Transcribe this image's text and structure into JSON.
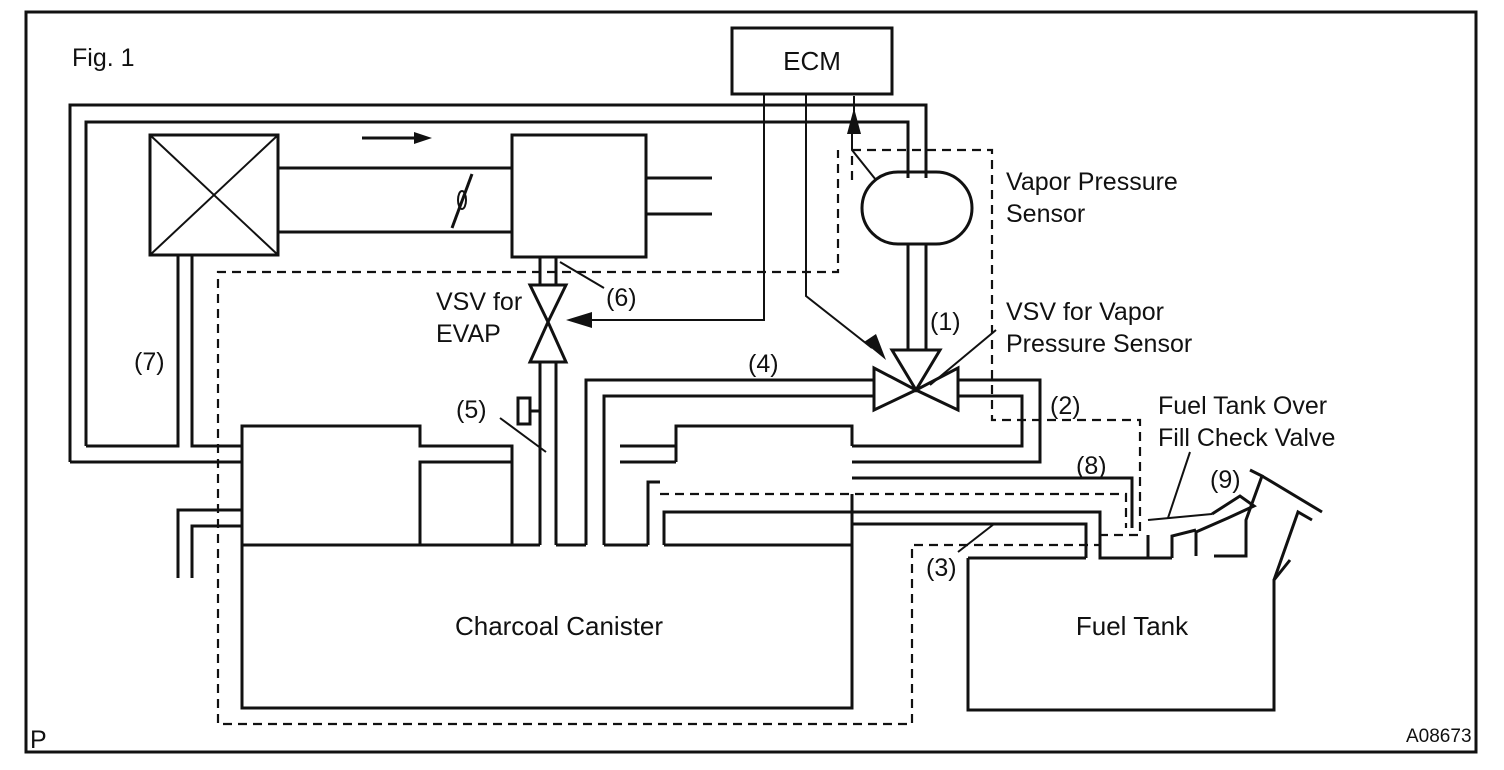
{
  "figure": {
    "label": "Fig. 1",
    "corner_letter": "P",
    "code": "A08673"
  },
  "components": {
    "ecm": "ECM",
    "vapor_pressure_sensor": [
      "Vapor Pressure",
      "Sensor"
    ],
    "vsv_evap": [
      "VSV for",
      "EVAP"
    ],
    "vsv_vapor_pressure_sensor": [
      "VSV for Vapor",
      "Pressure Sensor"
    ],
    "fuel_tank_over_fill_check_valve": [
      "Fuel Tank Over",
      "Fill Check Valve"
    ],
    "charcoal_canister": "Charcoal Canister",
    "fuel_tank": "Fuel Tank"
  },
  "callouts": [
    "(1)",
    "(2)",
    "(3)",
    "(4)",
    "(5)",
    "(6)",
    "(7)",
    "(8)",
    "(9)"
  ]
}
